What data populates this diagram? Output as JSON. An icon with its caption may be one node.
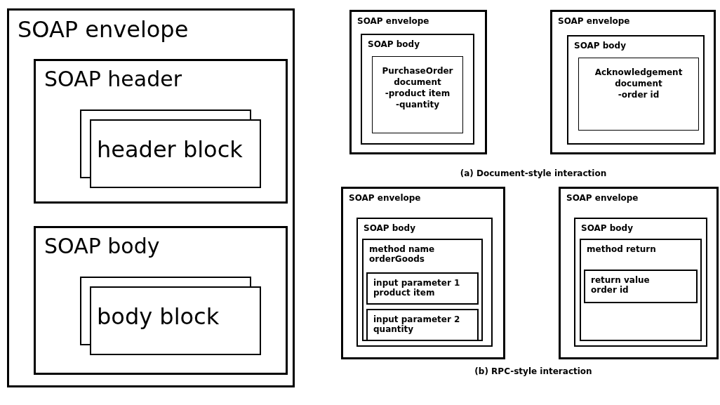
{
  "diagram": {
    "nodes": [
      {
        "text": [
          "SOAP envelope"
        ]
      },
      {
        "text": [
          "SOAP header"
        ],
        "in": 0
      },
      {
        "text": [
          "header block"
        ],
        "in": 1
      },
      {
        "text": [
          "SOAP body"
        ],
        "in": 0
      },
      {
        "text": [
          "body block"
        ],
        "in": 3
      },
      {
        "text": [
          "SOAP envelope"
        ]
      },
      {
        "text": [
          "SOAP body"
        ],
        "in": 5
      },
      {
        "text": [
          "PurchaseOrder document",
          "-product item",
          "-quantity"
        ],
        "in": 6
      },
      {
        "text": [
          "SOAP envelope"
        ]
      },
      {
        "text": [
          "SOAP body"
        ],
        "in": 8
      },
      {
        "text": [
          "Acknowledgement document",
          "-order id"
        ],
        "in": 9
      },
      {
        "text": [
          "SOAP envelope"
        ]
      },
      {
        "text": [
          "SOAP body"
        ],
        "in": 11
      },
      {
        "text": [
          "method name orderGoods"
        ],
        "in": 12
      },
      {
        "text": [
          "input parameter 1 product item"
        ],
        "in": 13
      },
      {
        "text": [
          "input parameter 2 quantity"
        ],
        "in": 13
      },
      {
        "text": [
          "SOAP envelope"
        ]
      },
      {
        "text": [
          "SOAP body"
        ],
        "in": 16
      },
      {
        "text": [
          "method return"
        ],
        "in": 17
      },
      {
        "text": [
          "return value order id"
        ],
        "in": 18
      }
    ],
    "labels": [
      "(a) Document-style interaction",
      "(b) RPC-style interaction"
    ]
  }
}
